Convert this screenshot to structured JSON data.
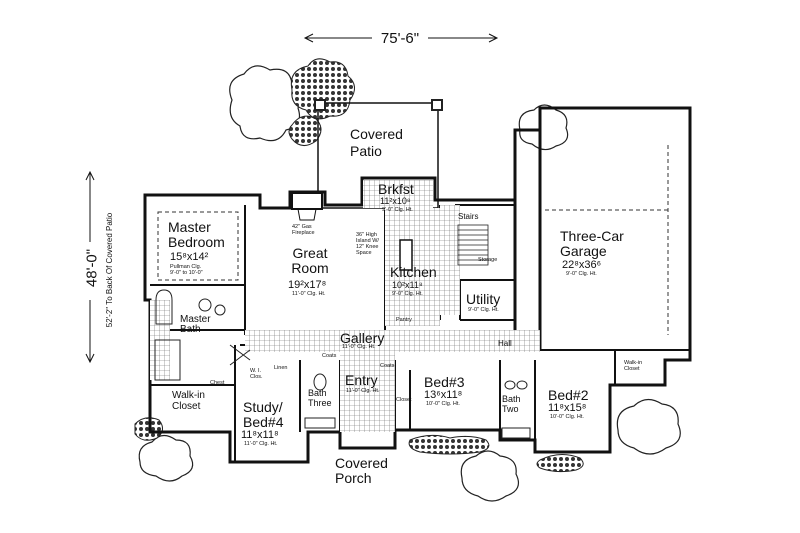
{
  "plan": {
    "overall_width": "75'-6\"",
    "overall_depth": "48'-0\"",
    "depth_note": "52'-2\" To Back Of Covered Patio"
  },
  "rooms": {
    "covered_patio": "Covered\nPatio",
    "brkfst": {
      "name": "Brkfst",
      "size": "11²x10⁸",
      "ceiling": "9'-0\" Clg. Ht."
    },
    "master_bedroom": {
      "name": "Master\nBedroom",
      "size": "15⁸x14²",
      "ceiling": "Pullman Clg.\n9'-0\" to 10'-0\""
    },
    "fireplace": "42\" Gas\nFireplace",
    "great_room": {
      "name": "Great\nRoom",
      "size": "19²x17⁸",
      "ceiling": "11'-0\" Clg. Ht."
    },
    "island": "36\" High\nIsland W/\n12\" Knee\nSpace",
    "kitchen": {
      "name": "Kitchen",
      "size": "10²x11⁸",
      "ceiling": "9'-0\" Clg. Ht."
    },
    "stairs": "Stairs",
    "storage": "Storage",
    "three_car_garage": {
      "name": "Three-Car\nGarage",
      "size": "22⁸x36⁶",
      "ceiling": "9'-0\" Clg. Ht."
    },
    "utility": {
      "name": "Utility",
      "ceiling": "9'-0\" Clg. Ht."
    },
    "pantry": "Pantry",
    "master_bath": "Master\nBath",
    "gallery": {
      "name": "Gallery",
      "ceiling": "11'-0\" Clg. Ht."
    },
    "hall": "Hall",
    "coats": "Coats",
    "linen": "Linen",
    "wi_closet": "W. I.\nClos.",
    "chest": "Chest",
    "walk_in_closet": "Walk-in\nCloset",
    "entry": {
      "name": "Entry",
      "ceiling": "11'-0\" Clg. Ht."
    },
    "bath_three": "Bath\nThree",
    "closet": "Closet",
    "bed3": {
      "name": "Bed#3",
      "size": "13⁶x11⁸",
      "ceiling": "10'-0\" Clg. Ht."
    },
    "bath_two": "Bath\nTwo",
    "bed2": {
      "name": "Bed#2",
      "size": "11⁸x15⁸",
      "ceiling": "10'-0\" Clg. Ht."
    },
    "walk_in_closet_2": "Walk-in\nCloset",
    "study": {
      "name": "Study/\nBed#4",
      "size": "11⁸x11⁸",
      "ceiling": "11'-0\" Clg. Ht."
    },
    "covered_porch": "Covered\nPorch"
  }
}
